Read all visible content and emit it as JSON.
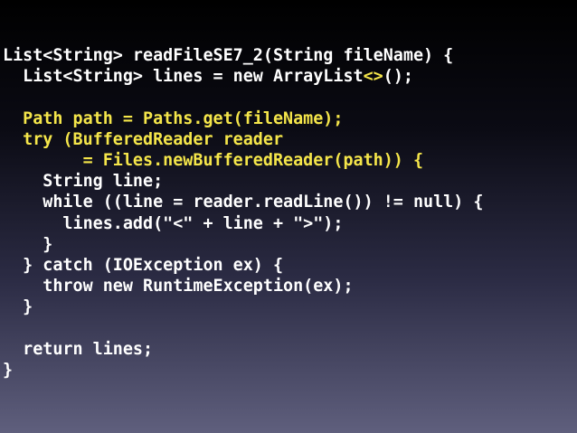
{
  "colors": {
    "default_text": "#ffffff",
    "highlight_text": "#f5e64a",
    "background_top": "#000000",
    "background_bottom": "#5f5f7d"
  },
  "code": {
    "l1": "List<String> readFileSE7_2(String fileName) {",
    "l2a": "  List<String> lines = new ArrayList",
    "l2b": "<>",
    "l2c": "();",
    "l3": "",
    "l4": "  Path path = Paths.get(fileName);",
    "l5": "  try (BufferedReader reader",
    "l6": "        = Files.newBufferedReader(path)) {",
    "l7": "    String line;",
    "l8": "    while ((line = reader.readLine()) != null) {",
    "l9": "      lines.add(\"<\" + line + \">\");",
    "l10": "    }",
    "l11": "  } catch (IOException ex) {",
    "l12": "    throw new RuntimeException(ex);",
    "l13": "  }",
    "l14": "",
    "l15": "  return lines;",
    "l16": "}"
  }
}
